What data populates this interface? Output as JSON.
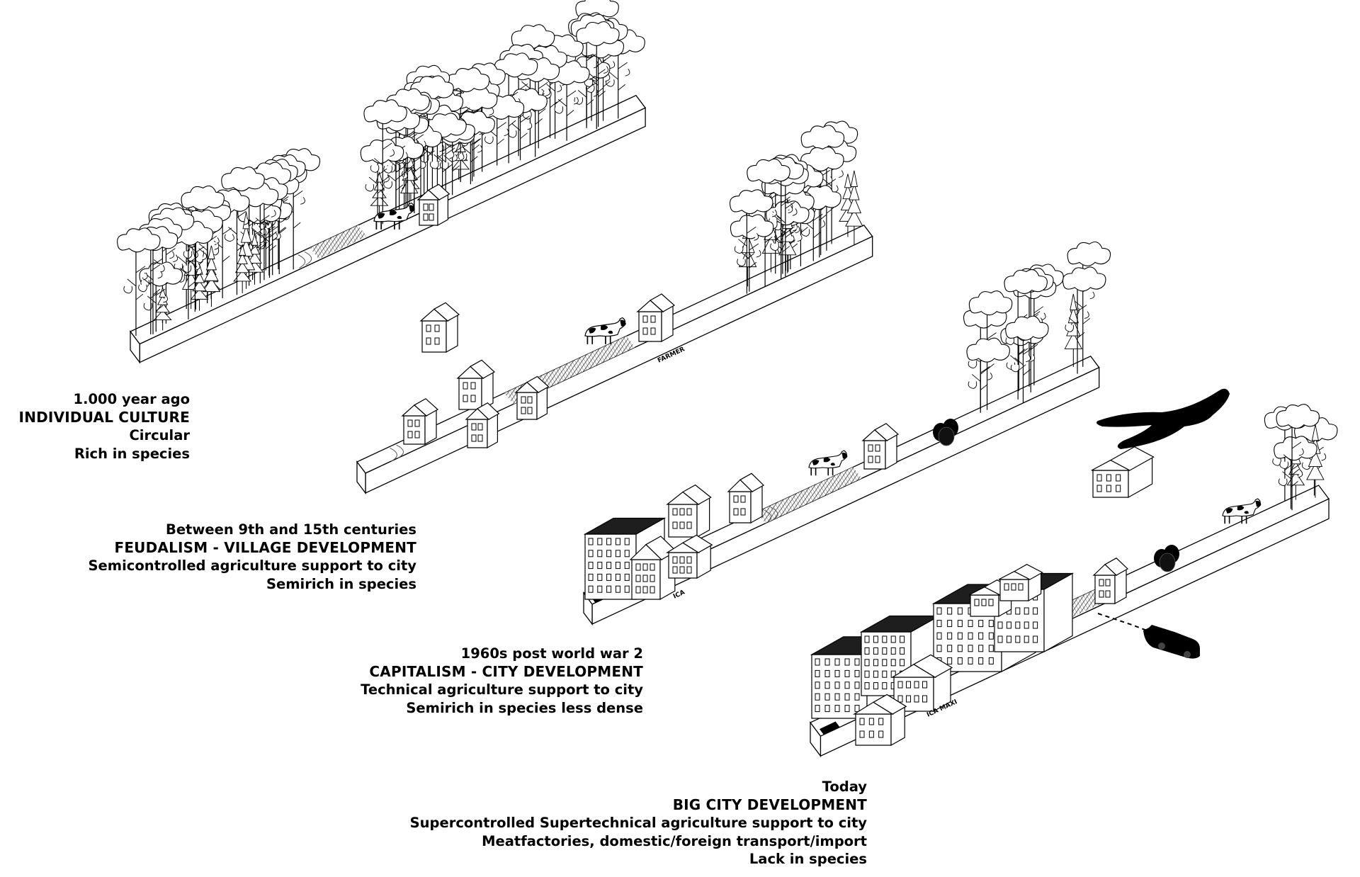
{
  "stages": [
    {
      "lines": [
        "1.000 year ago",
        "INDIVIDUAL CULTURE",
        "Circular",
        "Rich in species"
      ]
    },
    {
      "lines": [
        "Between 9th and 15th centuries",
        "FEUDALISM - VILLAGE DEVELOPMENT",
        "Semicontrolled agriculture support to city",
        "Semirich in species"
      ]
    },
    {
      "lines": [
        "1960s post world war 2",
        "CAPITALISM - CITY DEVELOPMENT",
        "Technical agriculture support to city",
        "Semirich in species less dense"
      ]
    },
    {
      "lines": [
        "Today",
        "BIG CITY DEVELOPMENT",
        "Supercontrolled Supertechnical agriculture support to city",
        "Meatfactories, domestic/foreign transport/import",
        "Lack in species"
      ]
    }
  ],
  "signs": {
    "farmer": "FARMER",
    "ica": "ICA",
    "ica_maxi": "ICA MAXI"
  },
  "icons": [
    "tree-icon",
    "cow-icon",
    "house-icon",
    "airplane-icon",
    "truck-icon",
    "hay-bale-icon"
  ],
  "colors": {
    "ink": "#000000",
    "paper": "#ffffff",
    "field": "#1a1a1a"
  }
}
